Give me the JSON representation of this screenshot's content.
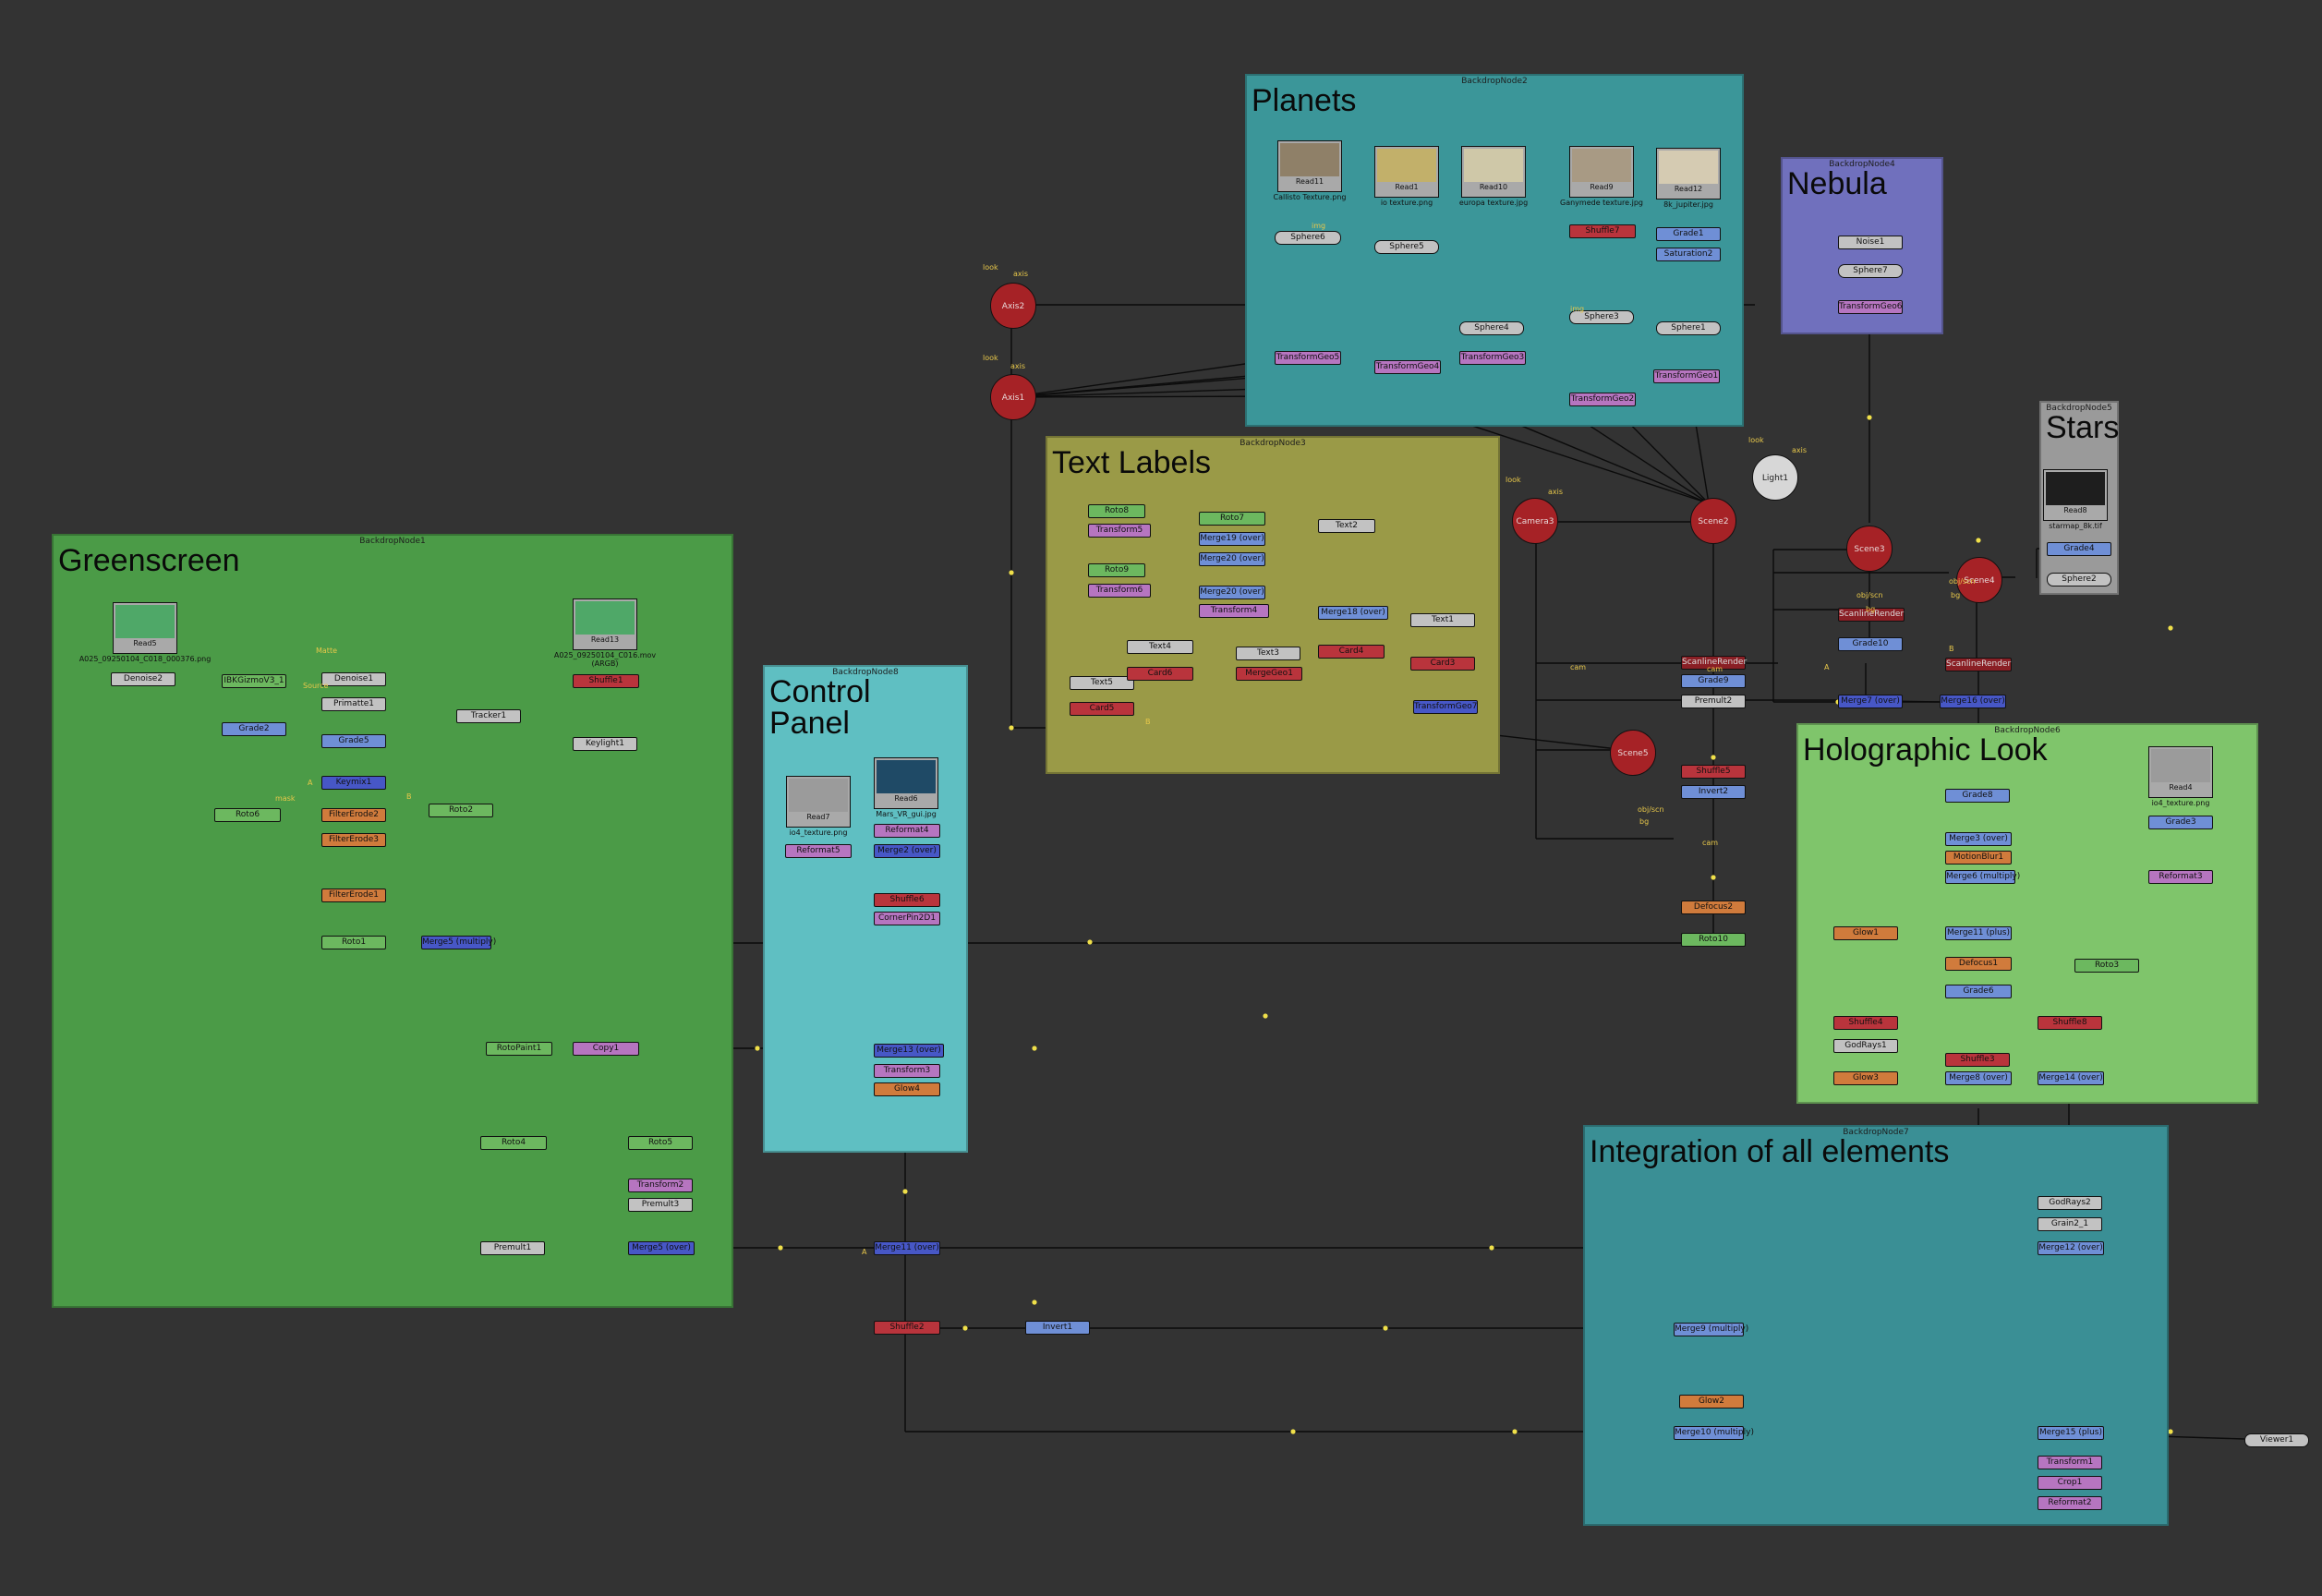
{
  "backdrops": [
    {
      "id": "greenscreen",
      "name": "BackdropNode1",
      "title": "Greenscreen",
      "color": "#4b9b47"
    },
    {
      "id": "planets",
      "name": "BackdropNode2",
      "title": "Planets",
      "color": "#3b9699"
    },
    {
      "id": "textlabels",
      "name": "BackdropNode3",
      "title": "Text Labels",
      "color": "#9a9a47"
    },
    {
      "id": "nebula",
      "name": "BackdropNode4",
      "title": "Nebula",
      "color": "#7070bd"
    },
    {
      "id": "stars",
      "name": "BackdropNode5",
      "title": "Stars",
      "color": "#9a9a9a"
    },
    {
      "id": "holo",
      "name": "BackdropNode6",
      "title": "Holographic Look",
      "color": "#7fc56b"
    },
    {
      "id": "control",
      "name": "BackdropNode8",
      "title": "Control\nPanel",
      "color": "#5fbfc2"
    },
    {
      "id": "integration",
      "name": "BackdropNode7",
      "title": "Integration of all elements",
      "color": "#3a8f95"
    }
  ],
  "reads": [
    {
      "id": "read5",
      "label": "Read5",
      "caption": "A025_09250104_C018_000376.png",
      "image": "green"
    },
    {
      "id": "read13",
      "label": "Read13",
      "caption": "A025_09250104_C016.mov",
      "sub": "(ARGB)",
      "image": "green"
    },
    {
      "id": "read11",
      "label": "Read11",
      "caption": "Callisto Texture.png",
      "image": "brown"
    },
    {
      "id": "read1",
      "label": "Read1",
      "caption": "io texture.png",
      "image": "yellow"
    },
    {
      "id": "read10",
      "label": "Read10",
      "caption": "europa texture.jpg",
      "image": "cream"
    },
    {
      "id": "read9",
      "label": "Read9",
      "caption": "Ganymede texture.jpg",
      "image": "tan"
    },
    {
      "id": "read12",
      "label": "Read12",
      "caption": "8k_jupiter.jpg",
      "image": "beige"
    },
    {
      "id": "read7",
      "label": "Read7",
      "caption": "io4_texture.png",
      "image": "gray"
    },
    {
      "id": "read6",
      "label": "Read6",
      "caption": "Mars_VR_gui.jpg",
      "image": "blue"
    },
    {
      "id": "read8",
      "label": "Read8",
      "caption": "starmap_8k.tif",
      "image": "dark"
    },
    {
      "id": "read4",
      "label": "Read4",
      "caption": "io4_texture.png",
      "image": "gray"
    }
  ],
  "nodes": {
    "greenscreen": [
      "Denoise2",
      "IBKGizmoV3_1",
      "Denoise1",
      "Primatte1",
      "Tracker1",
      "Shuffle1",
      "Grade2",
      "Grade5",
      "Keymix1",
      "Keylight1",
      "Roto6",
      "FilterErode2",
      "Roto2",
      "FilterErode3",
      "FilterErode1",
      "Roto1",
      "Merge5 (multiply)",
      "RotoPaint1",
      "Copy1",
      "Roto4",
      "Roto5",
      "Transform2",
      "Premult3",
      "Premult1",
      "Merge5 (over)"
    ],
    "control": [
      "Reformat5",
      "Reformat4",
      "Merge2 (over)",
      "Shuffle6",
      "CornerPin2D1",
      "Merge13 (over)",
      "Transform3",
      "Glow4"
    ],
    "textlabels": [
      "Roto8",
      "Transform5",
      "Roto9",
      "Transform6",
      "Roto7",
      "Merge19 (over)",
      "Merge20 (over)",
      "Merge20 (over)",
      "Transform4",
      "Text2",
      "Merge18 (over)",
      "Text1",
      "Text4",
      "Text3",
      "Card4",
      "Card3",
      "Text5",
      "Card6",
      "Card5",
      "MergeGeo1",
      "TransformGeo7"
    ],
    "planets": [
      "Sphere6",
      "Sphere5",
      "Sphere4",
      "Shuffle7",
      "Grade1",
      "Saturation2",
      "Sphere3",
      "Sphere1",
      "TransformGeo5",
      "TransformGeo4",
      "TransformGeo3",
      "TransformGeo2",
      "TransformGeo1"
    ],
    "nebula": [
      "Noise1",
      "Sphere7",
      "TransformGeo6"
    ],
    "stars": [
      "Grade4",
      "Sphere2"
    ],
    "scene": [
      "Axis2",
      "Axis1",
      "Camera3",
      "Scene2",
      "Light1",
      "Scene3",
      "Scene4",
      "Scene5",
      "ScanlineRender",
      "Grade10",
      "Grade9",
      "Premult2",
      "Merge7 (over)",
      "Merge16 (over)",
      "ScanlineRender",
      "ScanlineRender",
      "Shuffle5",
      "Invert2",
      "Defocus2",
      "Roto10"
    ],
    "holo": [
      "Grade8",
      "Grade3",
      "Merge3 (over)",
      "MotionBlur1",
      "Merge6 (multiply)",
      "Reformat3",
      "Glow1",
      "Merge11 (plus)",
      "Defocus1",
      "Roto3",
      "Grade6",
      "Shuffle4",
      "Shuffle8",
      "GodRays1",
      "Shuffle3",
      "Glow3",
      "Merge8 (over)",
      "Merge14 (over)"
    ],
    "integration": [
      "GodRays2",
      "Grain2_1",
      "Merge12 (over)",
      "Merge9 (multiply)",
      "Glow2",
      "Merge10 (multiply)",
      "Merge15 (plus)",
      "Transform1",
      "Crop1",
      "Reformat2"
    ],
    "misc": [
      "Merge11 (over)",
      "Shuffle2",
      "Invert1",
      "Viewer1"
    ]
  },
  "port_labels": [
    "look",
    "axis",
    "cam",
    "obj/scn",
    "bg",
    "mask",
    "Source",
    "A",
    "B",
    "img",
    "Matte"
  ]
}
